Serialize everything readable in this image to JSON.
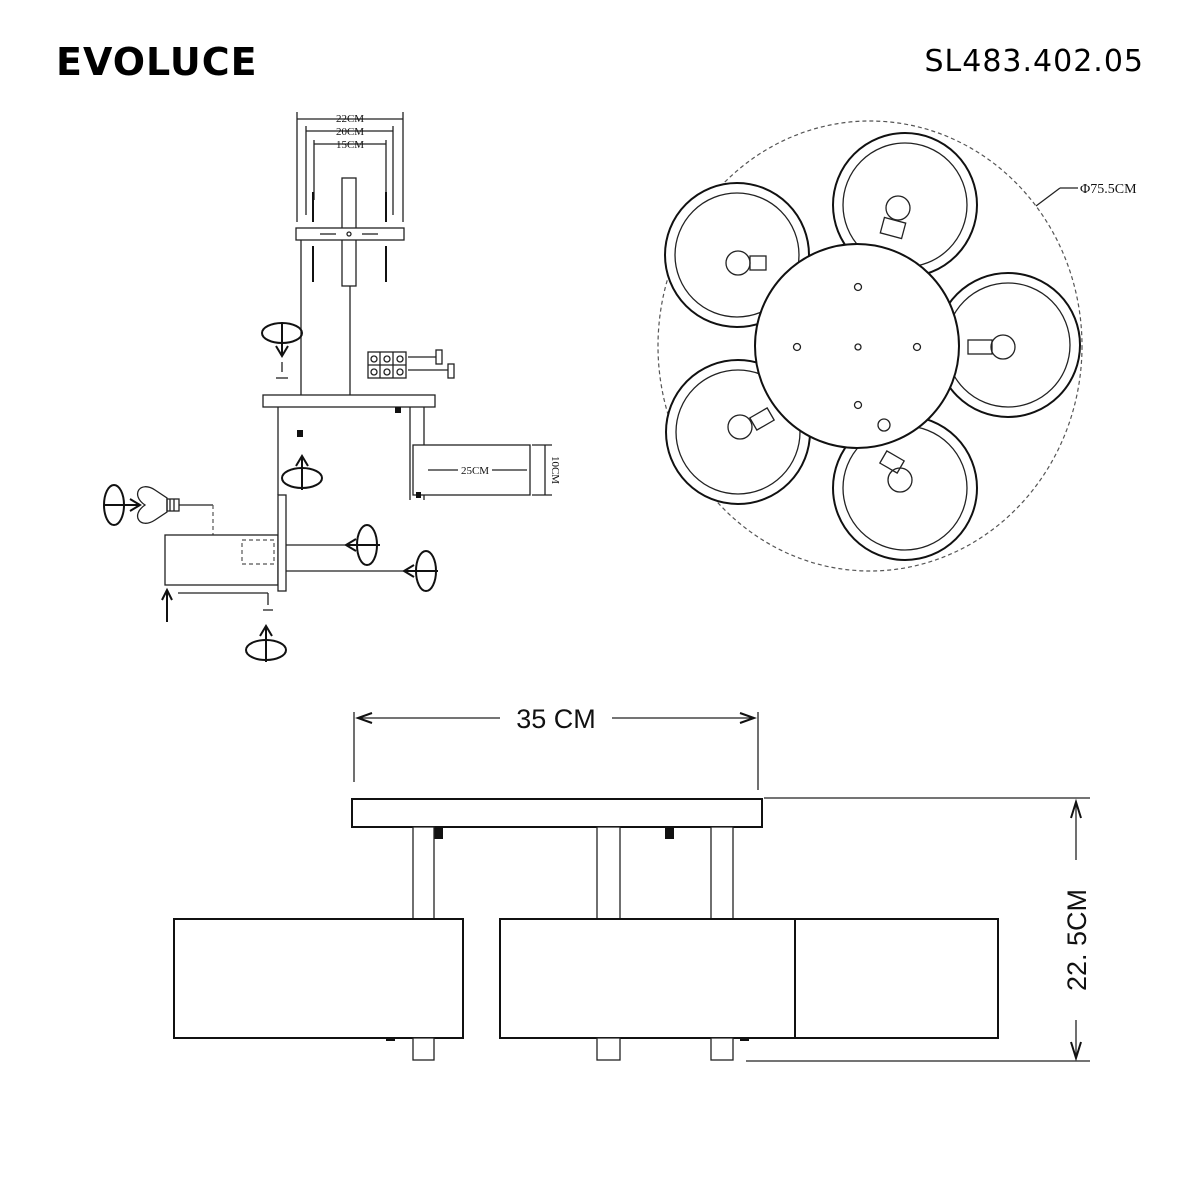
{
  "header": {
    "brand": "EVOLUCE",
    "model_code": "SL483.402.05"
  },
  "assembly": {
    "dim_width_outer": "22CM",
    "dim_width_mid": "20CM",
    "dim_width_inner": "15CM",
    "dim_arm_length": "25CM",
    "dim_arm_height": "10CM"
  },
  "top_view": {
    "diameter_label": "Φ75.5CM",
    "shade_count": 5
  },
  "side_view": {
    "width_label": "35 CM",
    "height_label": "22. 5CM"
  }
}
